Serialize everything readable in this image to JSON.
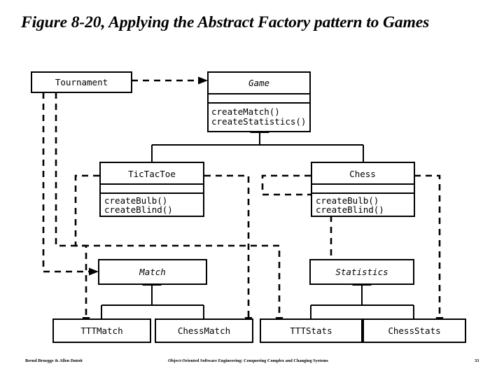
{
  "slide": {
    "title": "Figure 8-20, Applying the Abstract Factory pattern to Games"
  },
  "diagram": {
    "type": "uml-class-diagram",
    "classes": [
      {
        "id": "tournament",
        "name": "Tournament",
        "abstract": false,
        "operations": [],
        "compartments": 1
      },
      {
        "id": "game",
        "name": "Game",
        "abstract": true,
        "operations": [
          "createMatch()",
          "createStatistics()"
        ],
        "compartments": 3
      },
      {
        "id": "tictactoe",
        "name": "TicTacToe",
        "abstract": false,
        "operations": [
          "createBulb()",
          "createBlind()"
        ],
        "compartments": 3
      },
      {
        "id": "chess",
        "name": "Chess",
        "abstract": false,
        "operations": [
          "createBulb()",
          "createBlind()"
        ],
        "compartments": 3
      },
      {
        "id": "match",
        "name": "Match",
        "abstract": true,
        "operations": [],
        "compartments": 1
      },
      {
        "id": "statistics",
        "name": "Statistics",
        "abstract": true,
        "operations": [],
        "compartments": 1
      },
      {
        "id": "tttmatch",
        "name": "TTTMatch",
        "abstract": false,
        "operations": [],
        "compartments": 1
      },
      {
        "id": "chessmatch",
        "name": "ChessMatch",
        "abstract": false,
        "operations": [],
        "compartments": 1
      },
      {
        "id": "tttstats",
        "name": "TTTStats",
        "abstract": false,
        "operations": [],
        "compartments": 1
      },
      {
        "id": "chessstats",
        "name": "ChessStats",
        "abstract": false,
        "operations": [],
        "compartments": 1
      }
    ],
    "relations": [
      {
        "kind": "dependency",
        "from": "tournament",
        "to": "game"
      },
      {
        "kind": "dependency",
        "from": "tournament",
        "to": "match"
      },
      {
        "kind": "dependency",
        "from": "tournament",
        "to": "tttmatch"
      },
      {
        "kind": "generalization",
        "from": "tictactoe",
        "to": "game"
      },
      {
        "kind": "generalization",
        "from": "chess",
        "to": "game"
      },
      {
        "kind": "generalization",
        "from": "tttmatch",
        "to": "match"
      },
      {
        "kind": "generalization",
        "from": "chessmatch",
        "to": "match"
      },
      {
        "kind": "generalization",
        "from": "tttstats",
        "to": "statistics"
      },
      {
        "kind": "generalization",
        "from": "chessstats",
        "to": "statistics"
      },
      {
        "kind": "dependency",
        "from": "tictactoe",
        "to": "tttstats"
      },
      {
        "kind": "dependency",
        "from": "tictactoe",
        "to": "chessmatch"
      },
      {
        "kind": "dependency",
        "from": "chess",
        "to": "statistics"
      },
      {
        "kind": "dependency",
        "from": "chess",
        "to": "chessstats"
      }
    ]
  },
  "footer": {
    "authors": "Bernd Bruegge & Allen Dutoit",
    "book": "Object-Oriented Software Engineering: Conquering Complex and Changing Systems",
    "page": "33"
  },
  "colors": {
    "background": "#ffffff",
    "stroke": "#000000",
    "text": "#000000"
  }
}
